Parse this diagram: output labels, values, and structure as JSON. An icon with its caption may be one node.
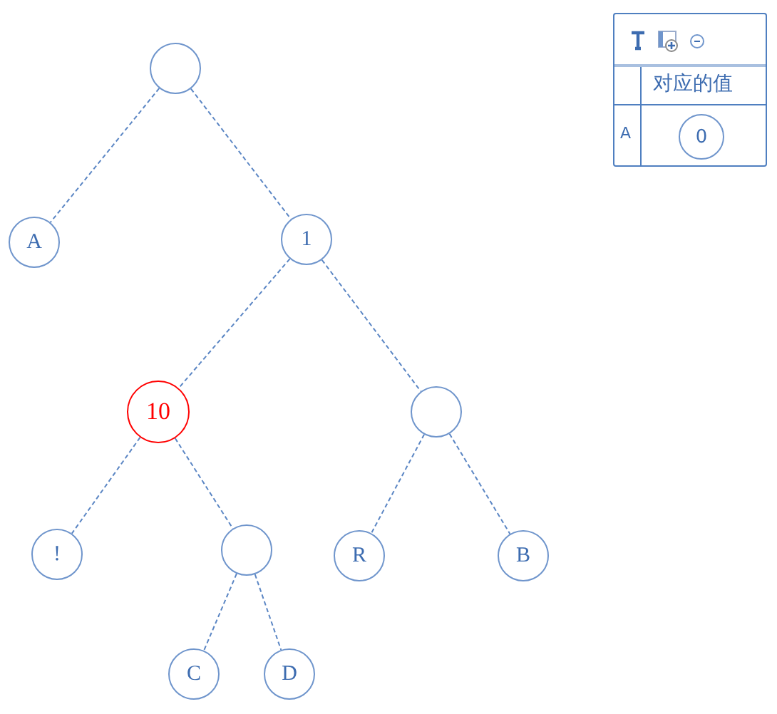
{
  "diagram": {
    "nodes": [
      {
        "text": [],
        "shape": "circle"
      },
      {
        "text": [
          "A"
        ]
      },
      {
        "text": [
          "1"
        ]
      },
      {
        "text": [
          "10"
        ]
      },
      {
        "text": [],
        "shape": "circle"
      },
      {
        "text": [
          "!"
        ]
      },
      {
        "text": [],
        "shape": "circle"
      },
      {
        "text": [
          "R"
        ]
      },
      {
        "text": [
          "B"
        ]
      },
      {
        "text": [
          "C"
        ]
      },
      {
        "text": [
          "D"
        ]
      },
      {
        "text": [
          "0"
        ]
      }
    ],
    "edges": [
      {
        "from": 0,
        "to": 1,
        "arrow": "none"
      },
      {
        "from": 0,
        "to": 2,
        "arrow": "none"
      },
      {
        "from": 2,
        "to": 3,
        "arrow": "none"
      },
      {
        "from": 2,
        "to": 4,
        "arrow": "none"
      },
      {
        "from": 3,
        "to": 5,
        "arrow": "none"
      },
      {
        "from": 3,
        "to": 6,
        "arrow": "none"
      },
      {
        "from": 4,
        "to": 7,
        "arrow": "none"
      },
      {
        "from": 4,
        "to": 8,
        "arrow": "none"
      },
      {
        "from": 6,
        "to": 9,
        "arrow": "none"
      },
      {
        "from": 6,
        "to": 10,
        "arrow": "none"
      }
    ],
    "labels": [
      "对应的值",
      "A"
    ]
  }
}
